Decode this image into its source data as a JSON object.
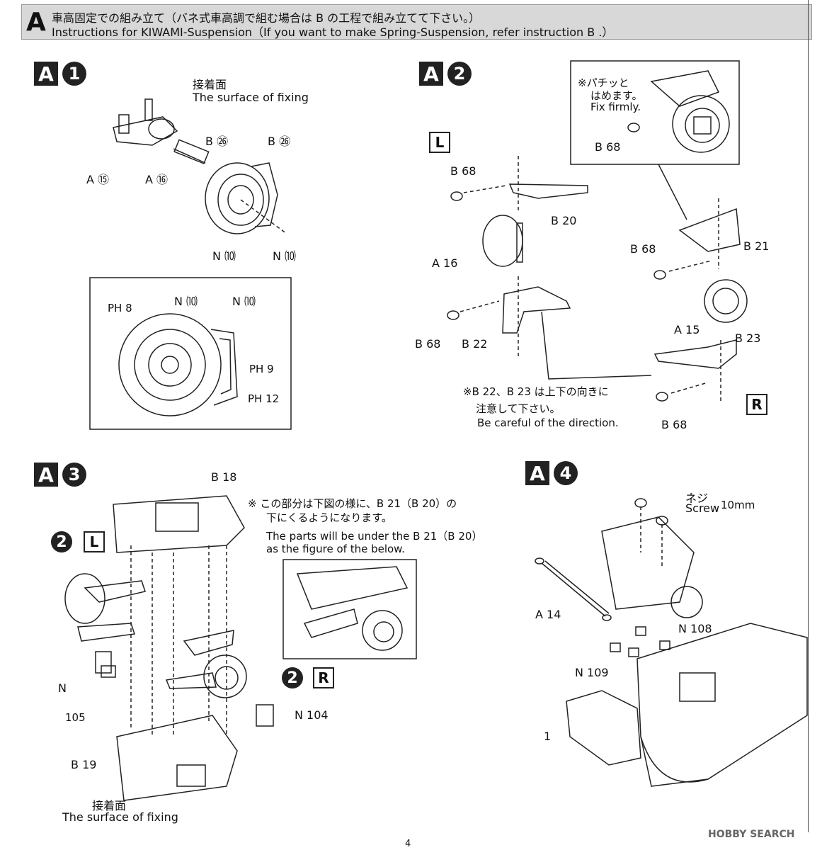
{
  "header": {
    "letter": "A",
    "line_jp": "車高固定での組み立て（バネ式車高調で組む場合は B の工程で組み立てて下さい。）",
    "line_en": "Instructions for KIWAMI-Suspension（If you want to make Spring-Suspension, refer instruction B .）"
  },
  "steps": {
    "a1": {
      "letter": "A",
      "num": "1"
    },
    "a2": {
      "letter": "A",
      "num": "2"
    },
    "a3": {
      "letter": "A",
      "num": "3"
    },
    "a4": {
      "letter": "A",
      "num": "4"
    }
  },
  "a1": {
    "fix_jp": "接着面",
    "fix_en": "The surface of fixing",
    "b26_left": "B ㉖",
    "b26_right": "B ㉖",
    "a15": "A ⑮",
    "a16": "A ⑯",
    "n100": "N ⑽",
    "n101": "N ⑽",
    "detail_n100": "N ⑽",
    "detail_n101": "N ⑽",
    "ph8": "PH 8",
    "ph9": "PH 9",
    "ph12": "PH 12"
  },
  "a2": {
    "L": "L",
    "R": "R",
    "note_jp1": "※パチッと",
    "note_jp2": "はめます。",
    "note_en": "Fix firmly.",
    "b68_inset": "B 68",
    "b68_1": "B 68",
    "b20": "B 20",
    "a16": "A 16",
    "b68_2": "B 68",
    "b22": "B 22",
    "b68_3": "B 68",
    "b21": "B 21",
    "a15": "A 15",
    "b23": "B 23",
    "b68_4": "B 68",
    "dir_jp1": "※B 22、B 23 は上下の向きに",
    "dir_jp2": "注意して下さい。",
    "dir_en": "Be careful of the direction."
  },
  "a3": {
    "b18": "B 18",
    "note_jp1": "※ この部分は下図の様に、B 21（B 20）の",
    "note_jp2": "下にくるようになります。",
    "note_en1": "The parts will be under the B 21（B 20）",
    "note_en2": "as the figure of the below.",
    "two_L_num": "2",
    "two_L": "L",
    "two_R_num": "2",
    "two_R": "R",
    "n_label": "N",
    "n105": "105",
    "n104": "N 104",
    "b19": "B 19",
    "fix_jp": "接着面",
    "fix_en": "The surface of fixing"
  },
  "a4": {
    "screw_jp": "ネジ",
    "screw_en": "Screw",
    "screw_size": "10mm",
    "a14": "A 14",
    "n108": "N 108",
    "n109": "N 109",
    "part1": "1"
  },
  "footer": {
    "page": "4",
    "watermark": "HOBBY SEARCH"
  }
}
